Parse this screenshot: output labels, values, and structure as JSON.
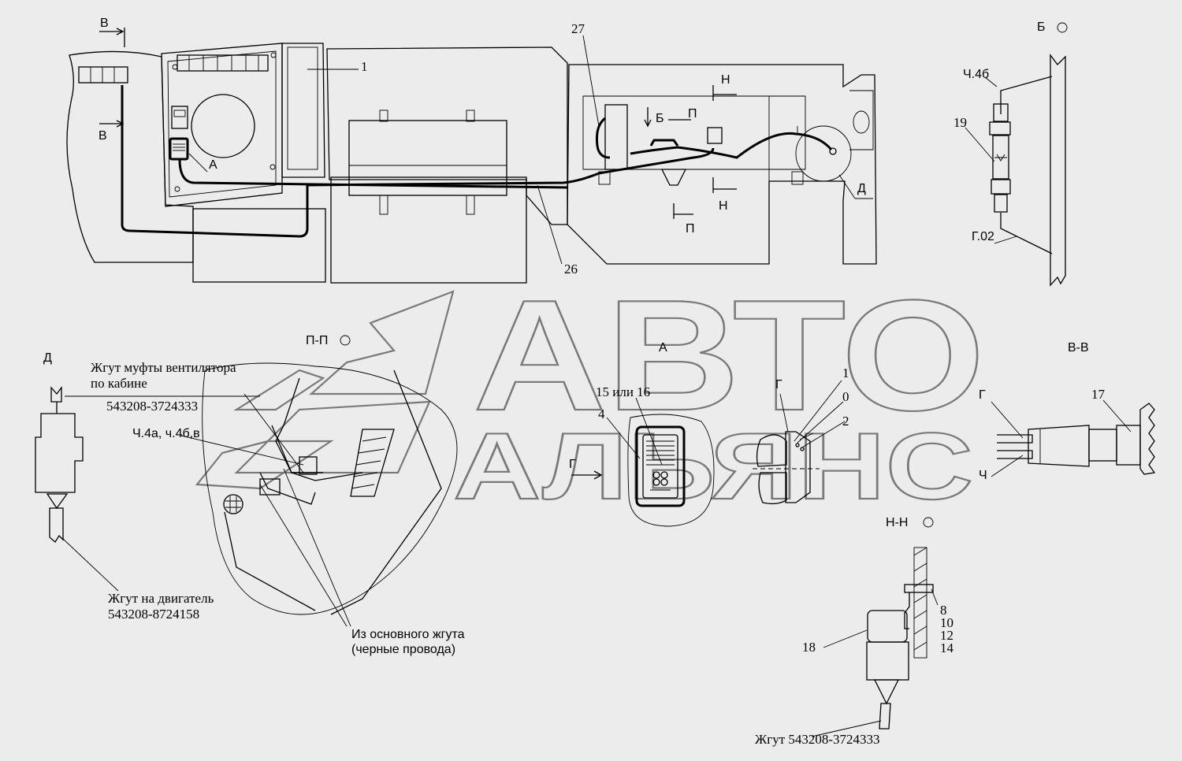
{
  "watermark": {
    "line1": "АВТО",
    "line2": "АЛЬЯНС"
  },
  "labels": {
    "sec_B_top": "В",
    "sec_B_side": "В",
    "callout_1": "1",
    "callout_27": "27",
    "callout_26": "26",
    "view_A_small": "А",
    "sec_H_top": "Н",
    "sec_H_bottom": "Н",
    "sec_P_top": "П",
    "sec_P_bottom": "П",
    "view_B_small": "Б",
    "view_D_small": "Д",
    "view_B_title": "Б",
    "ch4b": "Ч.4б",
    "callout_19": "19",
    "g02": "Г.02",
    "view_D_title": "Д",
    "fan_harness": "Жгут муфты вентилятора\nпо кабине",
    "harness_3724333_a": "543208-3724333",
    "ch4a": "Ч.4а, ч.4б,в",
    "engine_harness": "Жгут на двигатель\n543208-8724158",
    "section_PP": "П-П",
    "main_harness": "Из основного жгута\n(черные провода)",
    "view_A_title": "А",
    "callout_15_16": "15 или 16",
    "callout_4": "4",
    "g_arrow_A": "Г",
    "g_switch": "Г",
    "callout_1b": "1",
    "callout_0": "0",
    "callout_2": "2",
    "section_BB": "В-В",
    "g_bb": "Г",
    "callout_17": "17",
    "ch_bb": "Ч",
    "section_HH": "Н-Н",
    "callout_8": "8",
    "callout_10": "10",
    "callout_12": "12",
    "callout_14": "14",
    "callout_18": "18",
    "harness_3724333_b": "Жгут 543208-3724333"
  }
}
